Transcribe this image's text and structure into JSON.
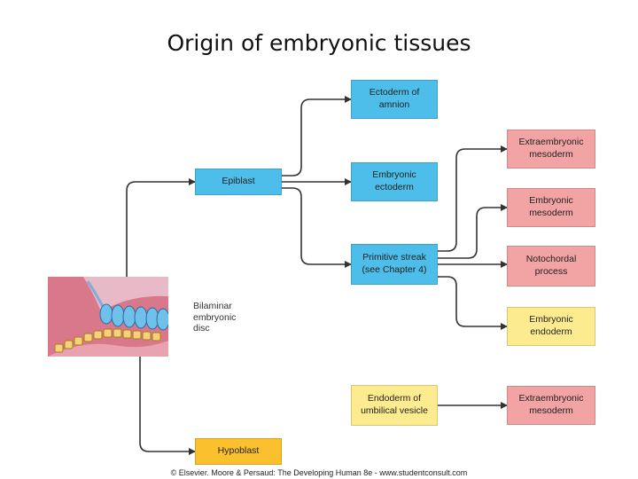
{
  "title": "Origin of embryonic tissues",
  "nodes": {
    "epiblast": "Epiblast",
    "hypoblast": "Hypoblast",
    "ectoderm_amnion": "Ectoderm of\namnion",
    "embryonic_ectoderm": "Embryonic\nectoderm",
    "primitive_streak": "Primitive streak\n(see Chapter 4)",
    "extraembryonic_mesoderm_1": "Extraembryonic\nmesoderm",
    "embryonic_mesoderm": "Embryonic\nmesoderm",
    "notochordal_process": "Notochordal\nprocess",
    "embryonic_endoderm": "Embryonic\nendoderm",
    "endoderm_umbilical_vesicle": "Endoderm of\numbilical vesicle",
    "extraembryonic_mesoderm_2": "Extraembryonic\nmesoderm"
  },
  "disc_label": "Bilaminar\nembryonic\ndisc",
  "credit": "© Elsevier. Moore & Persaud: The Developing Human 8e - www.studentconsult.com",
  "colors": {
    "blue": "#4dbde9",
    "pink": "#f2a3a3",
    "yellow": "#fdec8f",
    "orange": "#fbc02d",
    "arrow": "#333333"
  }
}
